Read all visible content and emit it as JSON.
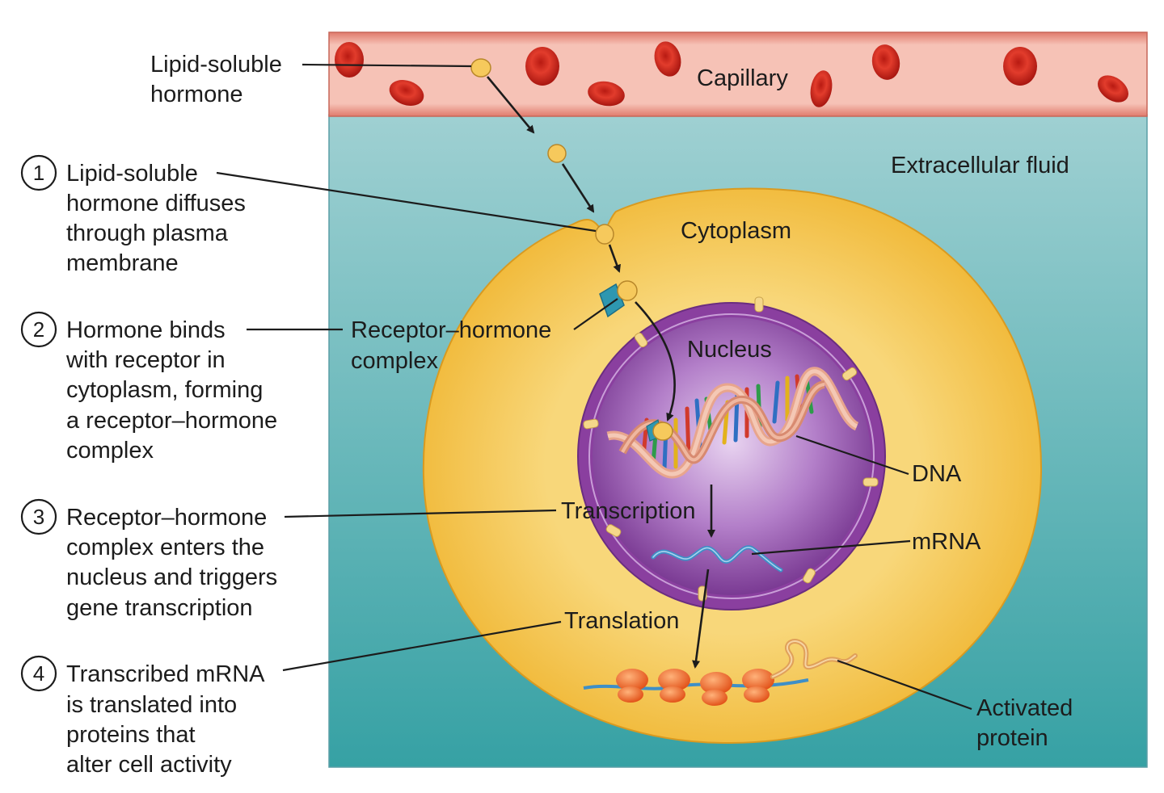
{
  "labels": {
    "lipid_hormone": [
      "Lipid-soluble",
      "hormone"
    ],
    "capillary": "Capillary",
    "extracellular_fluid": "Extracellular fluid",
    "cytoplasm": "Cytoplasm",
    "receptor_complex": [
      "Receptor–hormone",
      "complex"
    ],
    "nucleus": "Nucleus",
    "dna": "DNA",
    "transcription": "Transcription",
    "mrna": "mRNA",
    "translation": "Translation",
    "activated_protein": [
      "Activated",
      "protein"
    ]
  },
  "steps": [
    {
      "number": "1",
      "lines": [
        "Lipid-soluble",
        "hormone diffuses",
        "through plasma",
        "membrane"
      ]
    },
    {
      "number": "2",
      "lines": [
        "Hormone binds",
        "with receptor in",
        "cytoplasm, forming",
        "a receptor–hormone",
        "complex"
      ]
    },
    {
      "number": "3",
      "lines": [
        "Receptor–hormone",
        "complex enters the",
        "nucleus and triggers",
        "gene transcription"
      ]
    },
    {
      "number": "4",
      "lines": [
        "Transcribed mRNA",
        "is translated into",
        "proteins that",
        "alter cell activity"
      ]
    }
  ],
  "colors": {
    "capillary": "#f2b1a3",
    "blood_cell": "#d12a1e",
    "extracellular": "#4fb0b0",
    "cytoplasm": "#f4c24a",
    "nucleus": "#8e4aa6",
    "hormone": "#f6c95c",
    "receptor": "#2e97b0",
    "ribosome": "#f06a1f",
    "mrna": "#3e8fc7"
  }
}
